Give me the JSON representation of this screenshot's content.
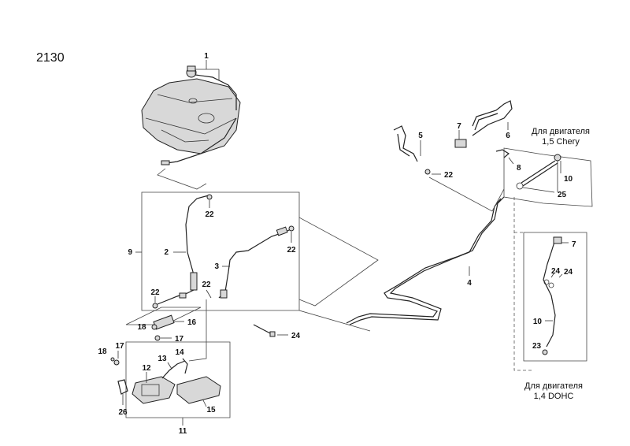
{
  "diagram": {
    "number": "2130",
    "labels": {
      "l1": "1",
      "l2": "2",
      "l3": "3",
      "l4": "4",
      "l5": "5",
      "l6": "6",
      "l7a": "7",
      "l7b": "7",
      "l8": "8",
      "l9": "9",
      "l10a": "10",
      "l10b": "10",
      "l11": "11",
      "l12": "12",
      "l13": "13",
      "l14": "14",
      "l15": "15",
      "l16": "16",
      "l17a": "17",
      "l17b": "17",
      "l18a": "18",
      "l18b": "18",
      "l22a": "22",
      "l22b": "22",
      "l22c": "22",
      "l22d": "22",
      "l22e": "22",
      "l23": "23",
      "l24a": "24",
      "l24b": "24",
      "l24c": "24",
      "l25": "25",
      "l26": "26"
    },
    "notes": {
      "chery_line1": "Для двигателя",
      "chery_line2": "1,5 Chery",
      "dohc_line1": "Для двигателя",
      "dohc_line2": "1,4 DOHC"
    }
  }
}
